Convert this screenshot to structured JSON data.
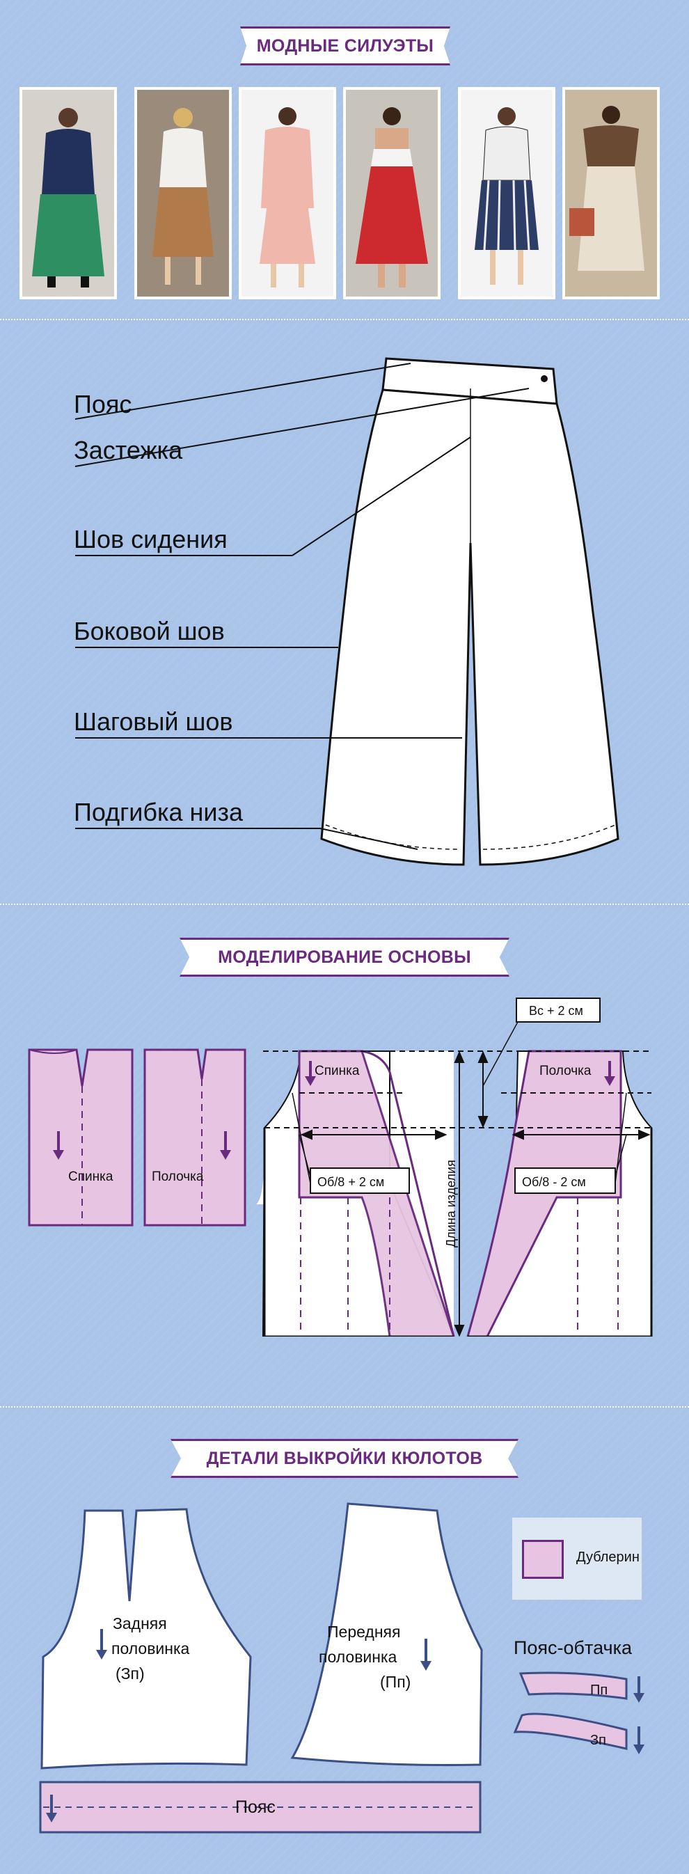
{
  "sections": {
    "silhouettes_title": "МОДНЫЕ СИЛУЭТЫ",
    "modeling_title": "МОДЕЛИРОВАНИЕ ОСНОВЫ",
    "details_title": "ДЕТАЛИ ВЫКРОЙКИ КЮЛОТОВ"
  },
  "photos": [
    {
      "top_color": "#22305c",
      "bottom_color": "#2e8f62",
      "bg": "#d6d2cb"
    },
    {
      "top_color": "#f2f0ec",
      "bottom_color": "#b07a4a",
      "bg": "#9a8b7a"
    },
    {
      "top_color": "#f0b7ad",
      "bottom_color": "#f0b7ad",
      "bg": "#f3f3f3"
    },
    {
      "top_color": "#f4f4f4",
      "bottom_color": "#cc2a2f",
      "bg": "#c9c4bb"
    },
    {
      "top_color": "#eeeeee",
      "bottom_color": "#2e3d66",
      "bg": "#f4f4f4"
    },
    {
      "top_color": "#6a4a32",
      "bottom_color": "#e9dfcf",
      "bg": "#c8b8a0"
    }
  ],
  "garment_labels": {
    "belt": "Пояс",
    "fastener": "Застежка",
    "seat_seam": "Шов сидения",
    "side_seam": "Боковой шов",
    "inseam": "Шаговый шов",
    "hem": "Подгибка низа"
  },
  "modeling": {
    "back": "Спинка",
    "front": "Полочка",
    "waist_rise": "Вс + 2 см",
    "hip_back": "Об/8 + 2 см",
    "hip_front": "Об/8 - 2 см",
    "length": "Длина изделия"
  },
  "details": {
    "back_half": [
      "Задняя",
      "половинка",
      "(Зп)"
    ],
    "front_half": [
      "Передняя",
      "половинка",
      "(Пп)"
    ],
    "interfacing": "Дублерин",
    "facing_title": "Пояс-обтачка",
    "facing_front": "Пп",
    "facing_back": "Зп",
    "belt": "Пояс"
  },
  "colors": {
    "background": "#a9c4e8",
    "accent": "#6a2a7d",
    "pattern_fill": "#e7c5e2",
    "arrow": "#3c4e86"
  }
}
